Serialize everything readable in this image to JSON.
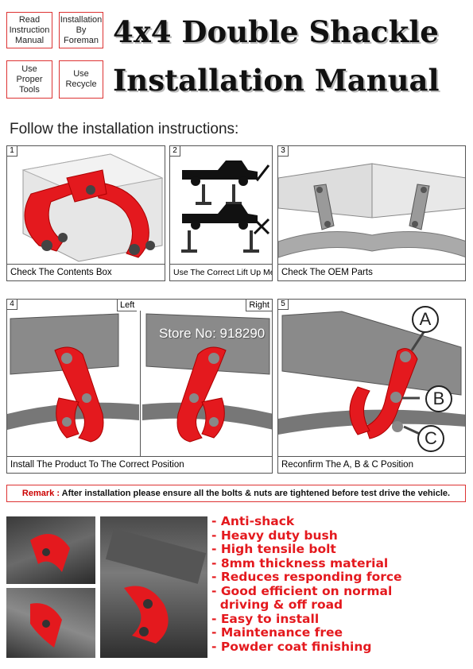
{
  "header": {
    "tags": [
      "Read Instruction Manual",
      "Installation By Foreman",
      "Use Proper Tools",
      "Use Recycle"
    ],
    "title_line1": "4x4 Double Shackle",
    "title_line2": "Installation Manual"
  },
  "follow_heading": "Follow the installation instructions:",
  "steps": [
    {
      "num": "1",
      "caption": "Check The Contents Box"
    },
    {
      "num": "2",
      "caption": "Use The Correct Lift Up Mechine"
    },
    {
      "num": "3",
      "caption": "Check The OEM Parts"
    },
    {
      "num": "4",
      "caption": "Install The Product To The Correct Position",
      "left_label": "Left",
      "right_label": "Right"
    },
    {
      "num": "5",
      "caption": "Reconfirm The A, B & C Position",
      "letters": [
        "A",
        "B",
        "C"
      ]
    }
  ],
  "watermark": "Store No: 918290",
  "remark": {
    "label": "Remark :",
    "text": "After installation please ensure all the bolts & nuts are tightened before test drive the vehicle."
  },
  "features": [
    "- Anti-shack",
    "- Heavy duty bush",
    "- High tensile bolt",
    "- 8mm thickness material",
    "- Reduces responding force",
    "- Good efficient on normal",
    "  driving & off road",
    "- Easy to install",
    "- Maintenance free",
    "- Powder coat finishing"
  ],
  "colors": {
    "accent_red": "#e4191e",
    "frame_grey": "#8a8a8a",
    "border": "#555555"
  },
  "icons": {
    "ok": "checkmark-icon",
    "bad": "cross-icon"
  }
}
